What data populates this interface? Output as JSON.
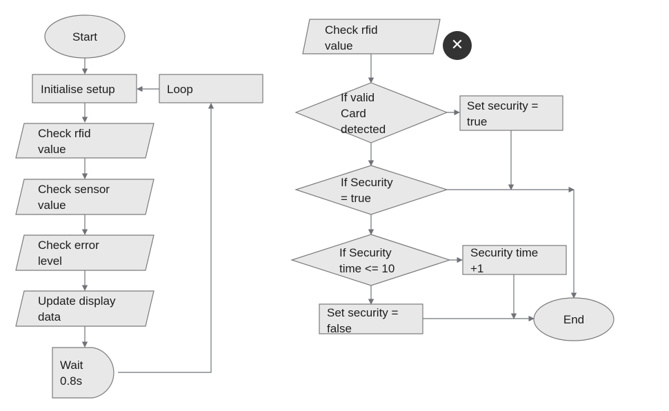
{
  "colors": {
    "node_fill": "#e8e8e8",
    "node_stroke": "#7a7a7a",
    "connector": "#6f7378",
    "text": "#1c1c1c",
    "close_button": "#333333"
  },
  "close_button": {
    "icon": "close-icon",
    "glyph": "✕"
  },
  "nodes": {
    "start": {
      "lines": [
        "Start"
      ]
    },
    "initialise": {
      "lines": [
        "Initialise setup"
      ]
    },
    "loop": {
      "lines": [
        "Loop"
      ]
    },
    "check_rfid": {
      "lines": [
        "Check rfid",
        "value"
      ]
    },
    "check_sensor": {
      "lines": [
        "Check sensor",
        "value"
      ]
    },
    "check_error": {
      "lines": [
        "Check error",
        "level"
      ]
    },
    "update_display": {
      "lines": [
        "Update display",
        "data"
      ]
    },
    "wait": {
      "lines": [
        "Wait",
        "0.8s"
      ]
    },
    "check_rfid_2": {
      "lines": [
        "Check rfid",
        "value"
      ]
    },
    "valid_card": {
      "lines": [
        "If valid",
        "Card",
        "detected"
      ]
    },
    "set_security_true": {
      "lines": [
        "Set security =",
        "true"
      ]
    },
    "security_true": {
      "lines": [
        "If Security",
        "= true"
      ]
    },
    "security_time_check": {
      "lines": [
        "If Security",
        "time <= 10"
      ]
    },
    "security_time_inc": {
      "lines": [
        "Security time",
        "+1"
      ]
    },
    "set_security_false": {
      "lines": [
        "Set security =",
        "false"
      ]
    },
    "end": {
      "lines": [
        "End"
      ]
    }
  }
}
